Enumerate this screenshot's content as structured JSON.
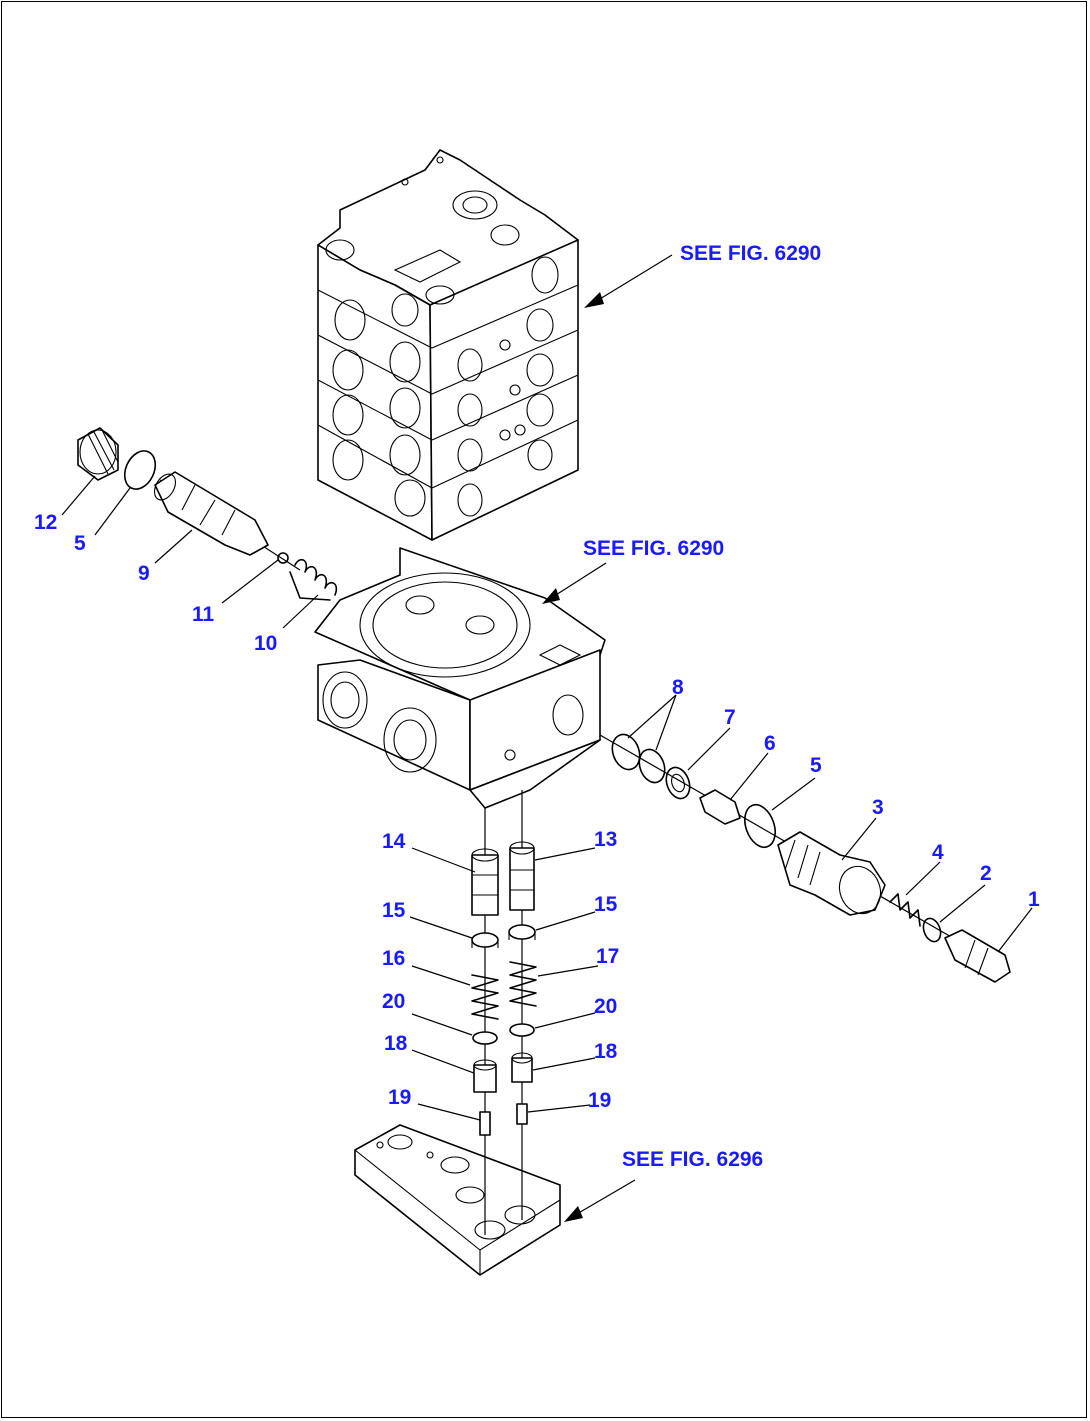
{
  "references": [
    {
      "id": "ref-top",
      "text": "SEE FIG. 6290"
    },
    {
      "id": "ref-mid",
      "text": "SEE FIG. 6290"
    },
    {
      "id": "ref-bot",
      "text": "SEE FIG. 6296"
    }
  ],
  "parts": [
    {
      "id": "p12",
      "number": "12"
    },
    {
      "id": "p5a",
      "number": "5"
    },
    {
      "id": "p9",
      "number": "9"
    },
    {
      "id": "p11",
      "number": "11"
    },
    {
      "id": "p10",
      "number": "10"
    },
    {
      "id": "p8",
      "number": "8"
    },
    {
      "id": "p7",
      "number": "7"
    },
    {
      "id": "p6",
      "number": "6"
    },
    {
      "id": "p5b",
      "number": "5"
    },
    {
      "id": "p3",
      "number": "3"
    },
    {
      "id": "p4",
      "number": "4"
    },
    {
      "id": "p2",
      "number": "2"
    },
    {
      "id": "p1",
      "number": "1"
    },
    {
      "id": "p14",
      "number": "14"
    },
    {
      "id": "p13",
      "number": "13"
    },
    {
      "id": "p15a",
      "number": "15"
    },
    {
      "id": "p15b",
      "number": "15"
    },
    {
      "id": "p16",
      "number": "16"
    },
    {
      "id": "p17",
      "number": "17"
    },
    {
      "id": "p20a",
      "number": "20"
    },
    {
      "id": "p20b",
      "number": "20"
    },
    {
      "id": "p18a",
      "number": "18"
    },
    {
      "id": "p18b",
      "number": "18"
    },
    {
      "id": "p19a",
      "number": "19"
    },
    {
      "id": "p19b",
      "number": "19"
    }
  ],
  "colors": {
    "label": "#1a1aff",
    "line": "#000000"
  }
}
